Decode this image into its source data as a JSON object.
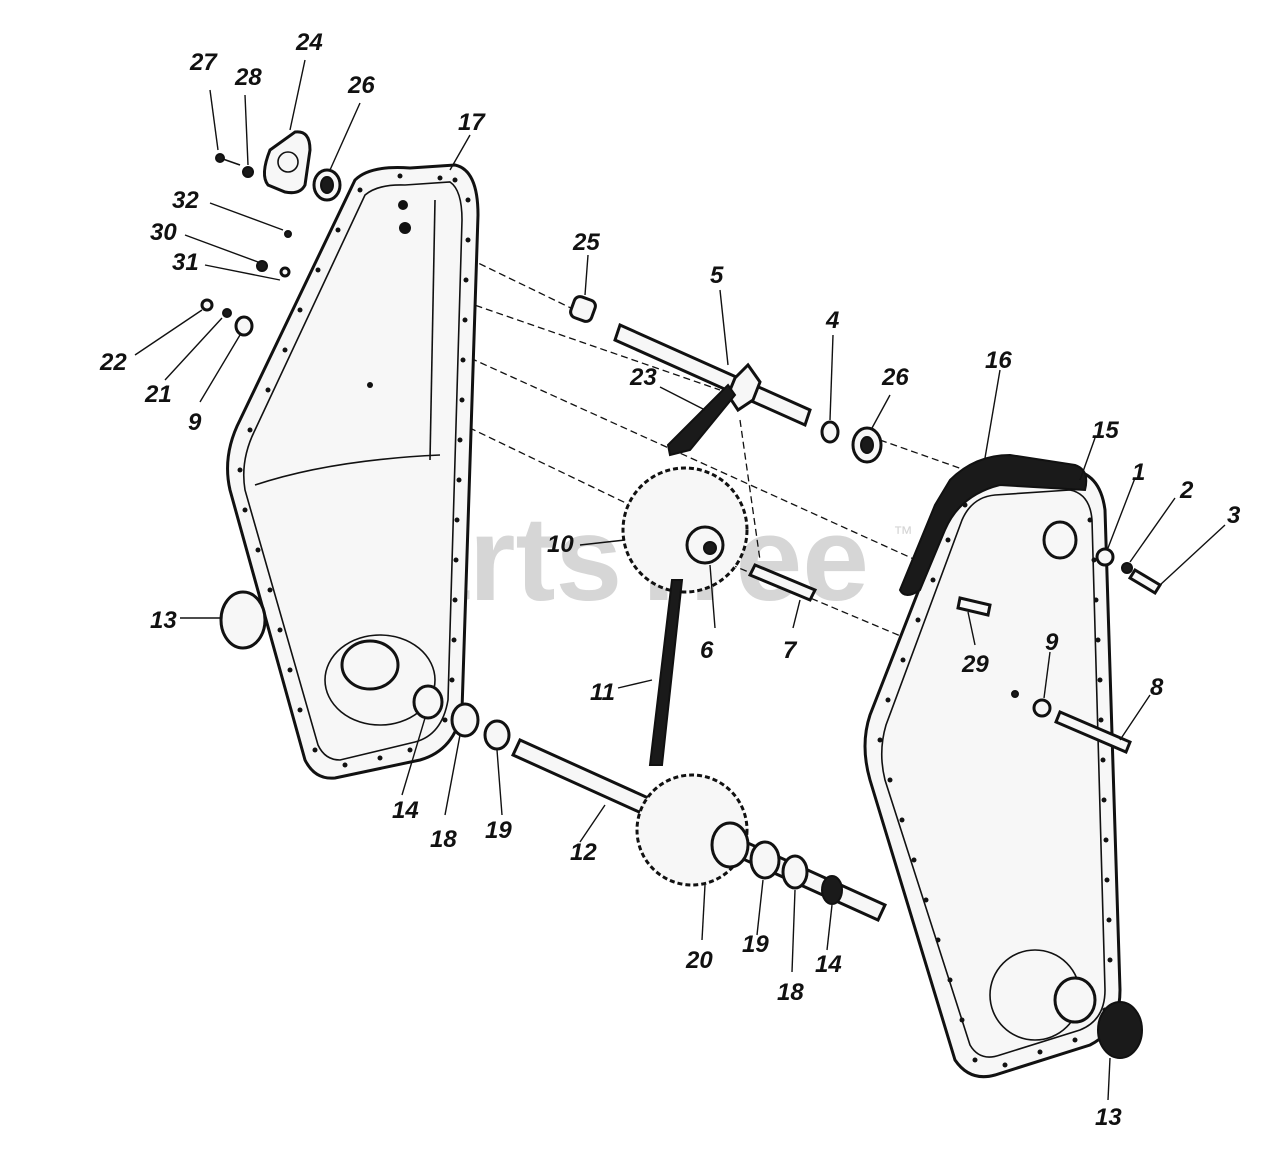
{
  "watermark": {
    "text": "PartsTree",
    "trademark": "™"
  },
  "callouts": {
    "c27": "27",
    "c28": "28",
    "c24": "24",
    "c26a": "26",
    "c17": "17",
    "c32": "32",
    "c30": "30",
    "c31": "31",
    "c22": "22",
    "c21": "21",
    "c9a": "9",
    "c25": "25",
    "c5": "5",
    "c4": "4",
    "c26b": "26",
    "c23": "23",
    "c16": "16",
    "c15": "15",
    "c1": "1",
    "c2": "2",
    "c3": "3",
    "c10": "10",
    "c6": "6",
    "c7": "7",
    "c29": "29",
    "c9b": "9",
    "c8": "8",
    "c13a": "13",
    "c11": "11",
    "c14a": "14",
    "c18a": "18",
    "c19a": "19",
    "c12": "12",
    "c20": "20",
    "c19b": "19",
    "c18b": "18",
    "c14b": "14",
    "c13b": "13"
  }
}
